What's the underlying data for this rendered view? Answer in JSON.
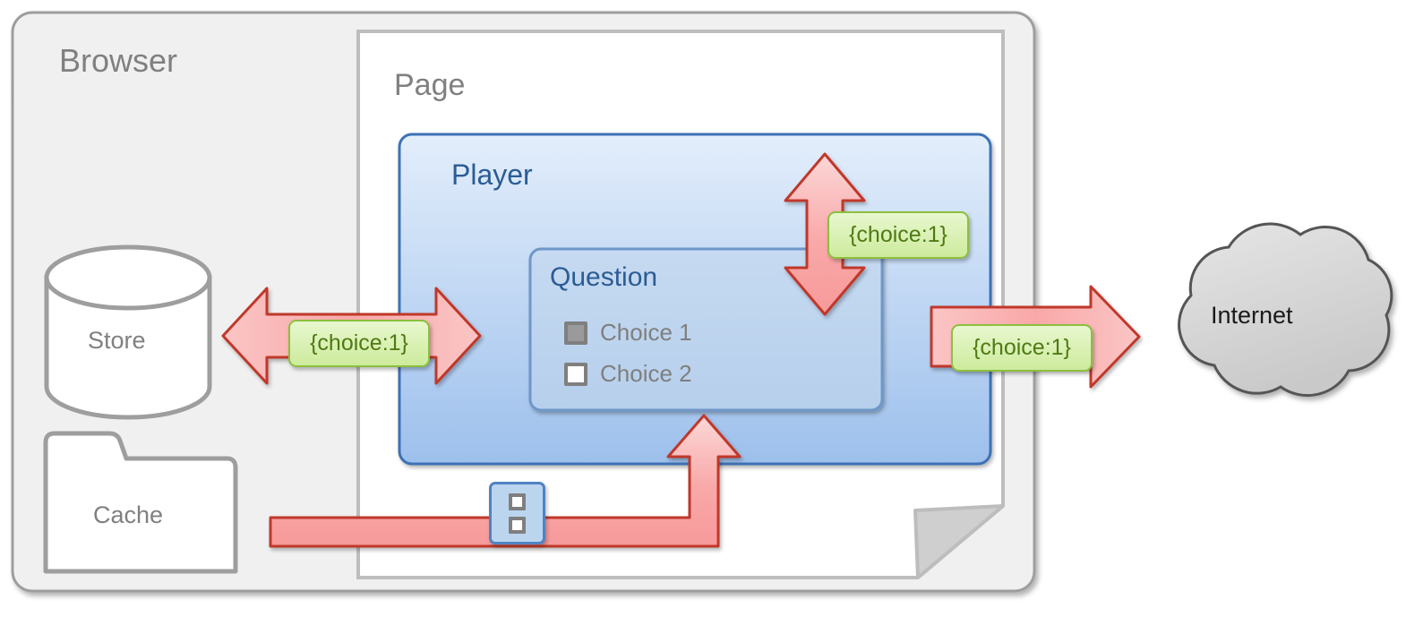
{
  "diagram": {
    "title_browser": "Browser",
    "title_page": "Page",
    "title_player": "Player",
    "title_question": "Question",
    "nodes": {
      "store": {
        "label": "Store",
        "shape": "cylinder"
      },
      "cache": {
        "label": "Cache",
        "shape": "folder"
      },
      "internet": {
        "label": "Internet",
        "shape": "cloud"
      }
    },
    "choices": [
      {
        "label": "Choice 1",
        "checked": true
      },
      {
        "label": "Choice 2",
        "checked": false
      }
    ],
    "arrow_tags": {
      "store_link": "{choice:1}",
      "player_question_link": "{choice:1}",
      "internet_link": "{choice:1}"
    },
    "mini_widget": {
      "name": "question-widget-icon",
      "squares": 2
    },
    "colors": {
      "arrow_fill": "#f9a8a8",
      "arrow_stroke": "#c0392b",
      "tag_fill": "#cdeb9c",
      "tag_stroke": "#8cbf3f",
      "tag_text": "#4f7a13",
      "player_border": "#3d72b4",
      "question_fill": "#bcd5ef",
      "browser_fill": "#f0f0f0",
      "page_fill": "#ffffff",
      "label_gray": "#808080",
      "label_blue": "#2b5c94",
      "cloud_fill": "#d4d4d4"
    }
  }
}
